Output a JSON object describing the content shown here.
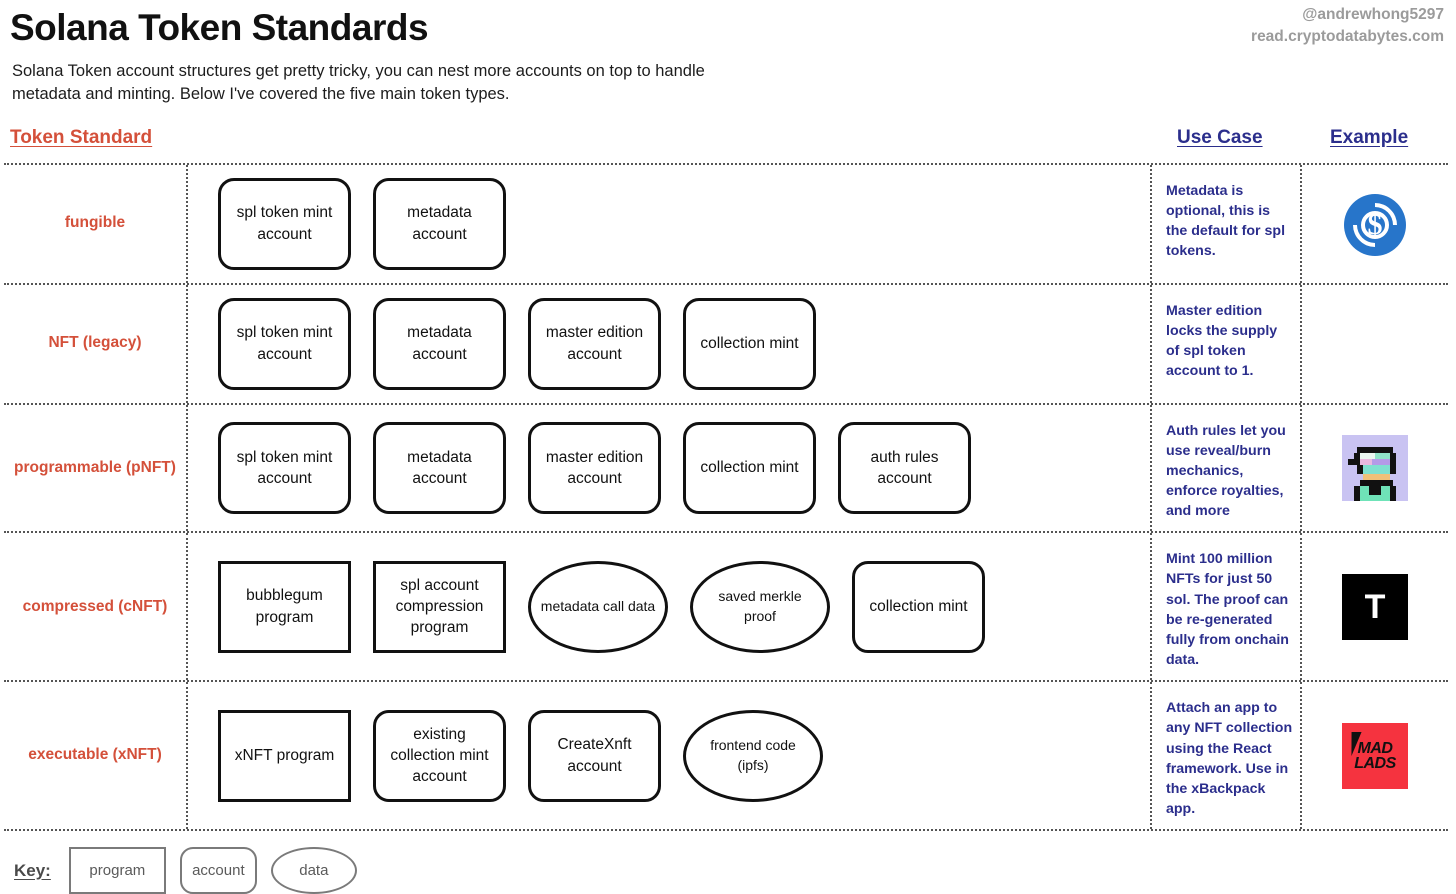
{
  "header": {
    "title": "Solana Token Standards",
    "subtitle": "Solana Token account structures get pretty tricky, you can nest more accounts on top to handle metadata and minting. Below I've covered the five main token types.",
    "attribution_handle": "@andrewhong5297",
    "attribution_site": "read.cryptodatabytes.com"
  },
  "columns": {
    "standard": "Token Standard",
    "use_case": "Use Case",
    "example": "Example"
  },
  "colors": {
    "standard_label": "#d4503a",
    "use_case_text": "#2b2e8c",
    "node_border": "#111111",
    "divider": "#555555",
    "usdc_blue": "#2775ca",
    "madlads_red": "#f5333f",
    "tensor_black": "#000000",
    "pfp_background": "#c9c3f2",
    "key_gray": "#7a7a7a"
  },
  "rows": [
    {
      "standard": "fungible",
      "nodes": [
        {
          "label": "spl token mint account",
          "shape": "account"
        },
        {
          "label": "metadata account",
          "shape": "account"
        }
      ],
      "use_case": "Metadata is optional, this is the default for spl tokens.",
      "example": {
        "name": "usdc-logo",
        "present": true
      }
    },
    {
      "standard": "NFT (legacy)",
      "nodes": [
        {
          "label": "spl token mint account",
          "shape": "account"
        },
        {
          "label": "metadata account",
          "shape": "account"
        },
        {
          "label": "master edition account",
          "shape": "account"
        },
        {
          "label": "collection mint",
          "shape": "account"
        }
      ],
      "use_case": "Master edition locks the supply of spl token account to 1.",
      "example": {
        "name": "none",
        "present": false
      }
    },
    {
      "standard": "programmable (pNFT)",
      "nodes": [
        {
          "label": "spl token mint account",
          "shape": "account"
        },
        {
          "label": "metadata account",
          "shape": "account"
        },
        {
          "label": "master edition account",
          "shape": "account"
        },
        {
          "label": "collection mint",
          "shape": "account"
        },
        {
          "label": "auth rules account",
          "shape": "account"
        }
      ],
      "use_case": "Auth rules let you use reveal/burn mechanics, enforce royalties, and more",
      "example": {
        "name": "pixel-avatar-nft",
        "present": true
      }
    },
    {
      "standard": "compressed (cNFT)",
      "nodes": [
        {
          "label": "bubblegum program",
          "shape": "program"
        },
        {
          "label": "spl account compression program",
          "shape": "program"
        },
        {
          "label": "metadata call data",
          "shape": "data"
        },
        {
          "label": "saved merkle proof",
          "shape": "data"
        },
        {
          "label": "collection mint",
          "shape": "account"
        }
      ],
      "use_case": "Mint 100 million NFTs for just 50 sol. The proof can be re-generated fully from onchain data.",
      "example": {
        "name": "tensor-logo",
        "present": true,
        "glyph": "T"
      }
    },
    {
      "standard": "executable (xNFT)",
      "nodes": [
        {
          "label": "xNFT program",
          "shape": "program"
        },
        {
          "label": "existing collection mint account",
          "shape": "account"
        },
        {
          "label": "CreateXnft account",
          "shape": "account"
        },
        {
          "label": "frontend code (ipfs)",
          "shape": "data"
        }
      ],
      "use_case": "Attach an app to any NFT collection using the React framework. Use in the xBackpack app.",
      "example": {
        "name": "mad-lads-logo",
        "present": true,
        "line1": "MAD",
        "line2": "LADS"
      }
    }
  ],
  "key": {
    "label": "Key:",
    "items": [
      {
        "label": "program",
        "shape": "program"
      },
      {
        "label": "account",
        "shape": "account"
      },
      {
        "label": "data",
        "shape": "data"
      }
    ]
  }
}
